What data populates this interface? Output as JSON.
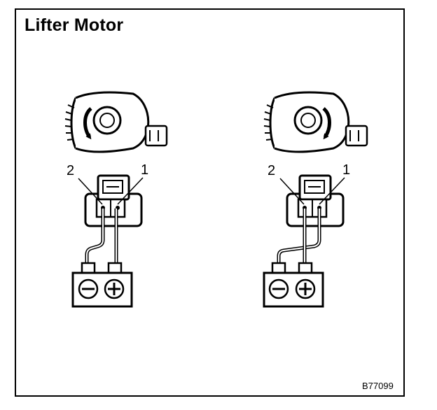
{
  "title": "Lifter Motor",
  "reference_code": "B77099",
  "colors": {
    "ink": "#000000",
    "paper": "#ffffff"
  },
  "views": [
    {
      "id": "left",
      "rotation": "counterclockwise",
      "pin_labels": {
        "left": "2",
        "right": "1"
      },
      "battery_terminals": {
        "left": "negative",
        "right": "positive"
      }
    },
    {
      "id": "right",
      "rotation": "clockwise",
      "pin_labels": {
        "left": "2",
        "right": "1"
      },
      "battery_terminals": {
        "left": "negative",
        "right": "positive"
      }
    }
  ]
}
